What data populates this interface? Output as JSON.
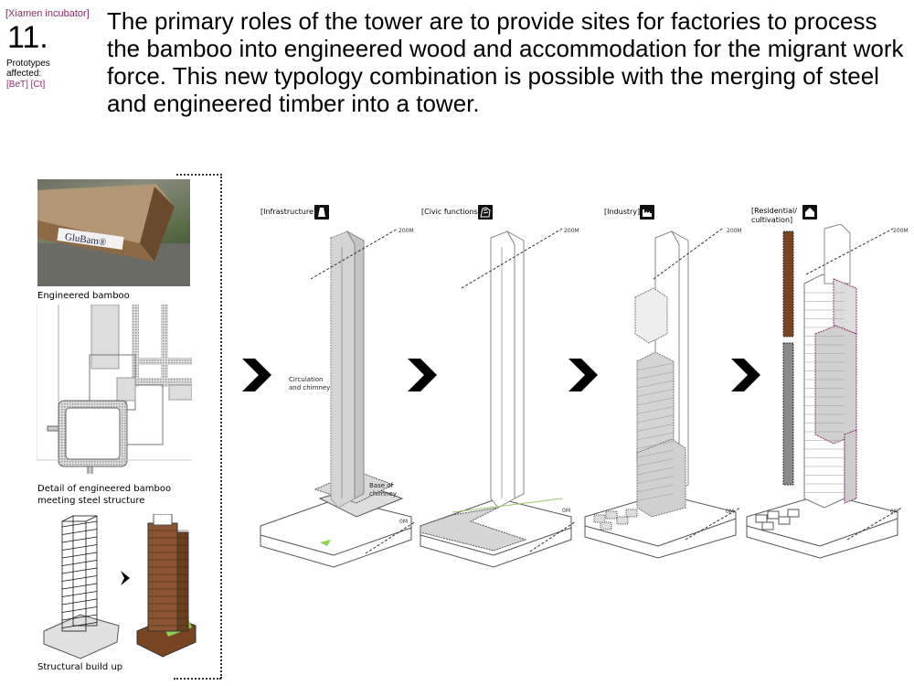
{
  "header": {
    "project_tag": "[Xiamen incubator]",
    "number": "11.",
    "prototypes_label": "Prototypes affected:",
    "prototype_codes": "[BeT] [Ct]",
    "intro_text": "The primary roles of the tower are to provide sites for factories to process the bamboo into engineered wood and accommodation for the migrant work force. This new typology combination is possible with the merging of steel and engineered timber into a tower."
  },
  "sidebar": {
    "photo_label_text": "GluBam®",
    "captions": [
      "Engineered bamboo",
      "Detail of engineered  bamboo meeting steel structure",
      "Structural build up"
    ]
  },
  "panels": [
    {
      "title": "[Infrastructure]",
      "icon": "chimney-icon",
      "height_marker": "200M",
      "ground_marker": "0M",
      "labels": [
        "Circulation and chimney",
        "Base of chimney"
      ]
    },
    {
      "title": "[Civic functions]",
      "icon": "civic-icon",
      "height_marker": "200M",
      "ground_marker": "0M",
      "labels": []
    },
    {
      "title": "[Industry]",
      "icon": "factory-icon",
      "height_marker": "200M",
      "ground_marker": "0M",
      "labels": []
    },
    {
      "title": "[Residential/cultivation]",
      "icon": "house-icon",
      "height_marker": "200M",
      "ground_marker": "0M",
      "labels": []
    }
  ],
  "colors": {
    "accent_purple": "#8a2a6a",
    "bamboo_brown": "#7a4321",
    "concrete_grey": "#d9d9d9",
    "grass_green": "#8fd14f"
  }
}
